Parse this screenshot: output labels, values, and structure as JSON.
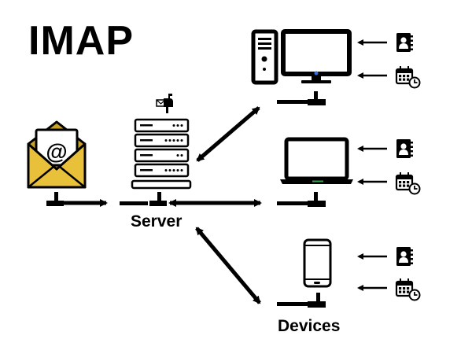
{
  "title": "IMAP",
  "labels": {
    "server": "Server",
    "devices": "Devices"
  },
  "nodes": {
    "email": {
      "icon": "open-envelope-at-icon",
      "symbol": "@",
      "color": "#e8c03a"
    },
    "server": {
      "icon": "server-rack-icon",
      "badge": "mailbox-icon"
    },
    "desktop": {
      "icon": "desktop-computer-icon",
      "led_color": "#2f6fd6"
    },
    "laptop": {
      "icon": "laptop-icon",
      "led_color": "#3aa04a"
    },
    "phone": {
      "icon": "smartphone-icon"
    }
  },
  "sync_items": [
    {
      "device": "desktop",
      "icons": [
        "contacts-book-icon",
        "calendar-clock-icon"
      ]
    },
    {
      "device": "laptop",
      "icons": [
        "contacts-book-icon",
        "calendar-clock-icon"
      ]
    },
    {
      "device": "phone",
      "icons": [
        "contacts-book-icon",
        "calendar-clock-icon"
      ]
    }
  ],
  "colors": {
    "ink": "#000000",
    "envelope_yellow": "#e8c03a",
    "envelope_dark": "#c9a22a",
    "desktop_led": "#2f6fd6",
    "laptop_led": "#3aa04a"
  }
}
